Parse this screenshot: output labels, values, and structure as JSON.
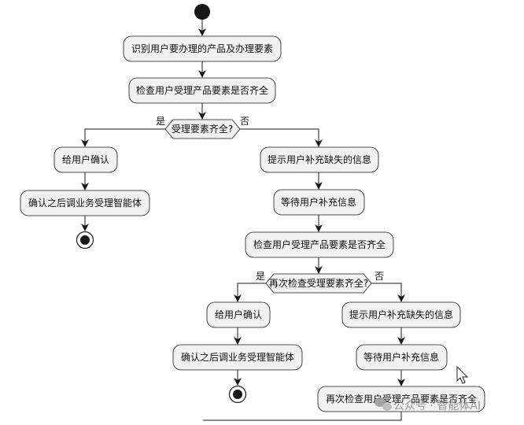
{
  "nodes": {
    "identify": "识别用户要办理的产品及办理要素",
    "check1": "检查用户受理产品要素是否齐全",
    "confirm1": "给用户确认",
    "dispatch1": "确认之后调业务受理智能体",
    "prompt1": "提示用户补充缺失的信息",
    "wait1": "等待用户补充信息",
    "check2": "检查用户受理产品要素是否齐全",
    "confirm2": "给用户确认",
    "dispatch2": "确认之后调业务受理智能体",
    "prompt2": "提示用户补充缺失的信息",
    "wait2": "等待用户补充信息",
    "recheck": "再次检查用户受理产品要素是否齐全"
  },
  "decisions": {
    "d1": "受理要素齐全?",
    "d2": "再次检查受理要素齐全?"
  },
  "branch_labels": {
    "yes": "是",
    "no": "否"
  },
  "watermark": {
    "text": "公众号 · 智能体AI",
    "icon": "wechat-icon"
  }
}
